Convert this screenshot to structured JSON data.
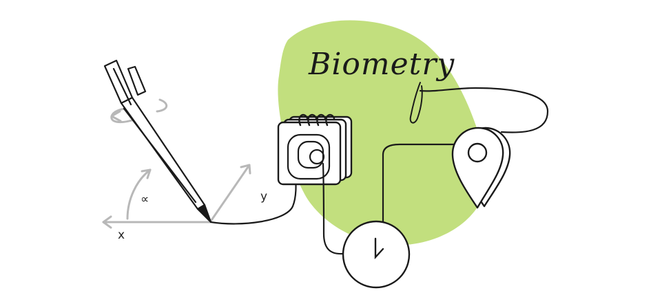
{
  "labels": {
    "title": "Biometry",
    "axis_x": "x",
    "axis_y": "y",
    "angle": "∝"
  },
  "colors": {
    "blob": "#c2df7e",
    "ink": "#1a1a1a",
    "axes": "#b8b8b8"
  },
  "icons": [
    "pen-icon",
    "rotation-arrow-icon",
    "notebook-icon",
    "fingerprint-icon",
    "location-pin-icon",
    "clock-icon"
  ]
}
